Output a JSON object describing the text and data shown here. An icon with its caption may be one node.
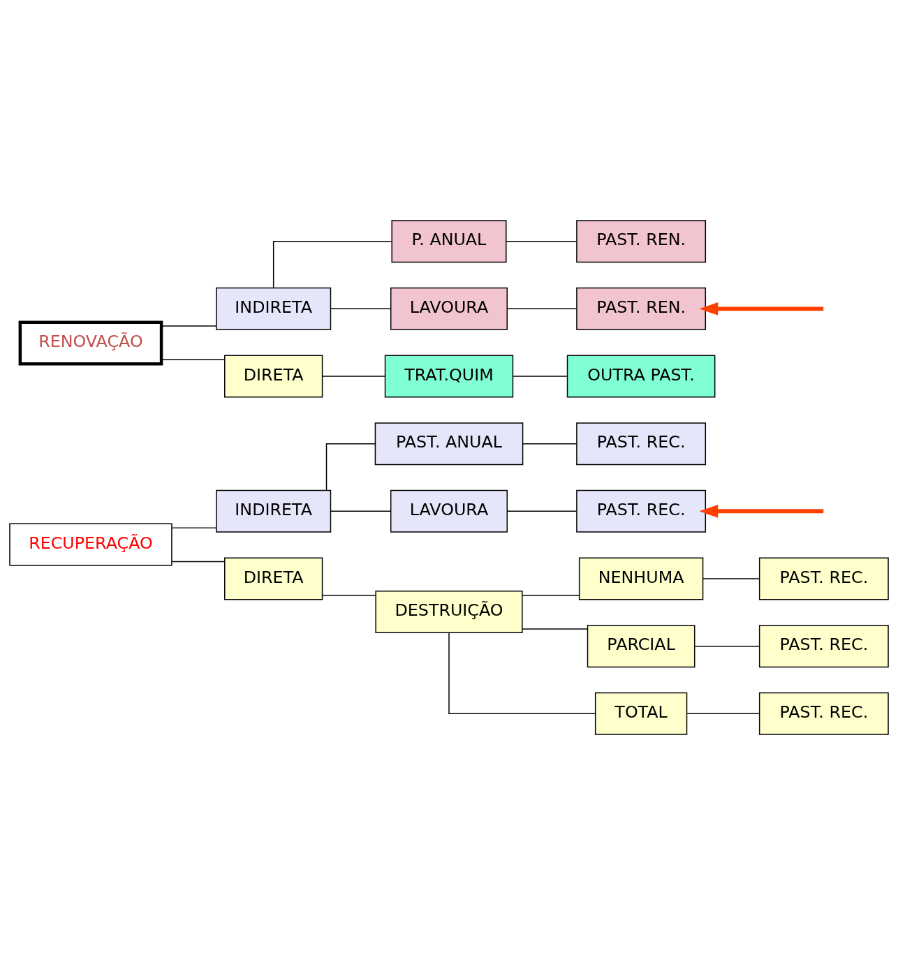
{
  "diagram": {
    "nodes": [
      {
        "text": [
          "RECUPERAÇÃO"
        ]
      },
      {
        "text": [
          "INDIRETA"
        ]
      },
      {
        "text": [
          "PAST. ANUAL"
        ]
      },
      {
        "text": [
          "PAST. REC."
        ]
      },
      {
        "text": [
          "LAVOURA"
        ]
      },
      {
        "text": [
          "PAST. REC."
        ]
      },
      {
        "text": [
          "DIRETA"
        ]
      },
      {
        "text": [
          "DESTRUIÇÃO"
        ]
      },
      {
        "text": [
          "NENHUMA"
        ]
      },
      {
        "text": [
          "PAST. REC."
        ]
      },
      {
        "text": [
          "PARCIAL"
        ]
      },
      {
        "text": [
          "PAST. REC."
        ]
      },
      {
        "text": [
          "TOTAL"
        ]
      },
      {
        "text": [
          "PAST. REC."
        ]
      },
      {
        "text": [
          "RENOVAÇÃO"
        ]
      },
      {
        "text": [
          "INDIRETA"
        ]
      },
      {
        "text": [
          "P. ANUAL"
        ]
      },
      {
        "text": [
          "PAST. REN."
        ]
      },
      {
        "text": [
          "LAVOURA"
        ]
      },
      {
        "text": [
          "PAST. REN."
        ]
      },
      {
        "text": [
          "DIRETA"
        ]
      },
      {
        "text": [
          "TRAT.QUIM"
        ]
      },
      {
        "text": [
          "OUTRA PAST."
        ]
      }
    ],
    "edges": [
      {
        "from": 0,
        "to": 1,
        "arrow": "none"
      },
      {
        "from": 0,
        "to": 6,
        "arrow": "none"
      },
      {
        "from": 1,
        "to": 2,
        "arrow": "none"
      },
      {
        "from": 1,
        "to": 4,
        "arrow": "none"
      },
      {
        "from": 2,
        "to": 3,
        "arrow": "none"
      },
      {
        "from": 4,
        "to": 5,
        "arrow": "none"
      },
      {
        "from": null,
        "to": 5,
        "arrow": "to",
        "style": "thick",
        "color": "#ff4000"
      },
      {
        "from": 6,
        "to": 7,
        "arrow": "none"
      },
      {
        "from": 7,
        "to": 8,
        "arrow": "none"
      },
      {
        "from": 7,
        "to": 10,
        "arrow": "none"
      },
      {
        "from": 7,
        "to": 12,
        "arrow": "none"
      },
      {
        "from": 8,
        "to": 9,
        "arrow": "none"
      },
      {
        "from": 10,
        "to": 11,
        "arrow": "none"
      },
      {
        "from": 12,
        "to": 13,
        "arrow": "none"
      },
      {
        "from": 14,
        "to": 15,
        "arrow": "none"
      },
      {
        "from": 14,
        "to": 20,
        "arrow": "none"
      },
      {
        "from": 15,
        "to": 16,
        "arrow": "none"
      },
      {
        "from": 15,
        "to": 18,
        "arrow": "none"
      },
      {
        "from": 16,
        "to": 17,
        "arrow": "none"
      },
      {
        "from": 18,
        "to": 19,
        "arrow": "none"
      },
      {
        "from": null,
        "to": 19,
        "arrow": "to",
        "style": "thick",
        "color": "#ff4000"
      },
      {
        "from": 20,
        "to": 21,
        "arrow": "none"
      },
      {
        "from": 21,
        "to": 22,
        "arrow": "none"
      }
    ]
  }
}
